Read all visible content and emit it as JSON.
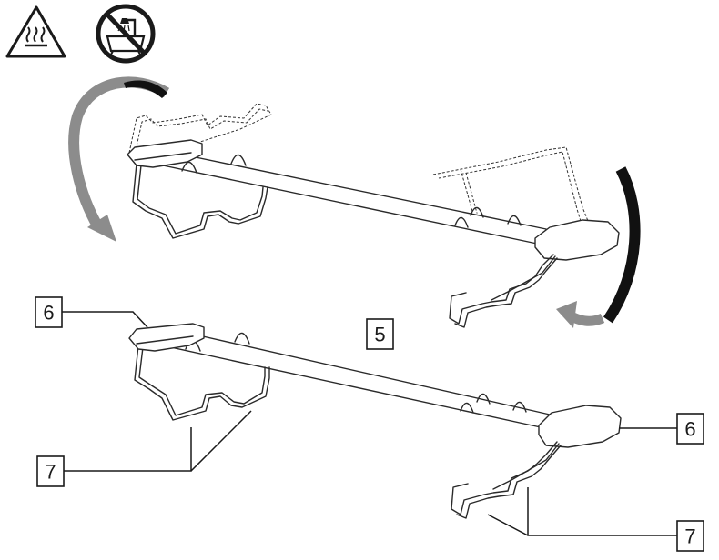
{
  "icons": {
    "hot_surface": "hot-surface-warning-icon",
    "no_dishwasher": "no-dishwasher-icon"
  },
  "labels": {
    "five": "5",
    "six_left": "6",
    "six_right": "6",
    "seven_left": "7",
    "seven_right": "7"
  },
  "colors": {
    "ink": "#1a1a1a",
    "arrow_dark": "#111111",
    "arrow_grey": "#8c8c8c"
  }
}
